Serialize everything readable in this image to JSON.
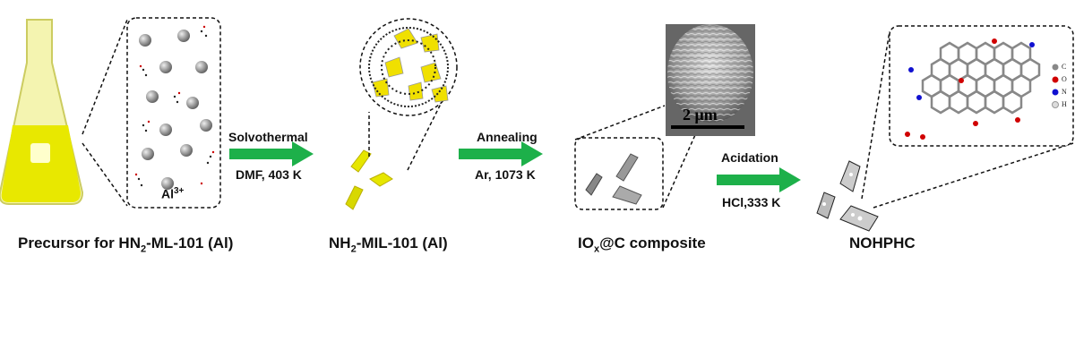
{
  "stages": [
    {
      "label": "Precursor for HN",
      "sub": "2",
      "label_rest": "-ML-101 (Al)"
    },
    {
      "label": "NH",
      "sub": "2",
      "label_rest": "-MIL-101 (Al)"
    },
    {
      "label": "IO",
      "sub": "x",
      "label_rest": "@C composite"
    },
    {
      "label": "NOHPHC"
    }
  ],
  "steps": [
    {
      "name": "Solvothermal",
      "conditions": "DMF, 403 K"
    },
    {
      "name": "Annealing",
      "conditions": "Ar, 1073 K"
    },
    {
      "name": "Acidation",
      "conditions": "HCl,333 K"
    }
  ],
  "precursor_ion": {
    "base": "Al",
    "sup": "3+"
  },
  "sem_scale_bar": "2 μm",
  "atom_legend": [
    "C",
    "O",
    "N",
    "H"
  ],
  "colors": {
    "arrow": "#1db04a",
    "crystal": "#e6e600",
    "carbon": "#888888",
    "oxygen": "#d00000",
    "nitrogen": "#1010d0",
    "hydrogen": "#dddddd"
  }
}
